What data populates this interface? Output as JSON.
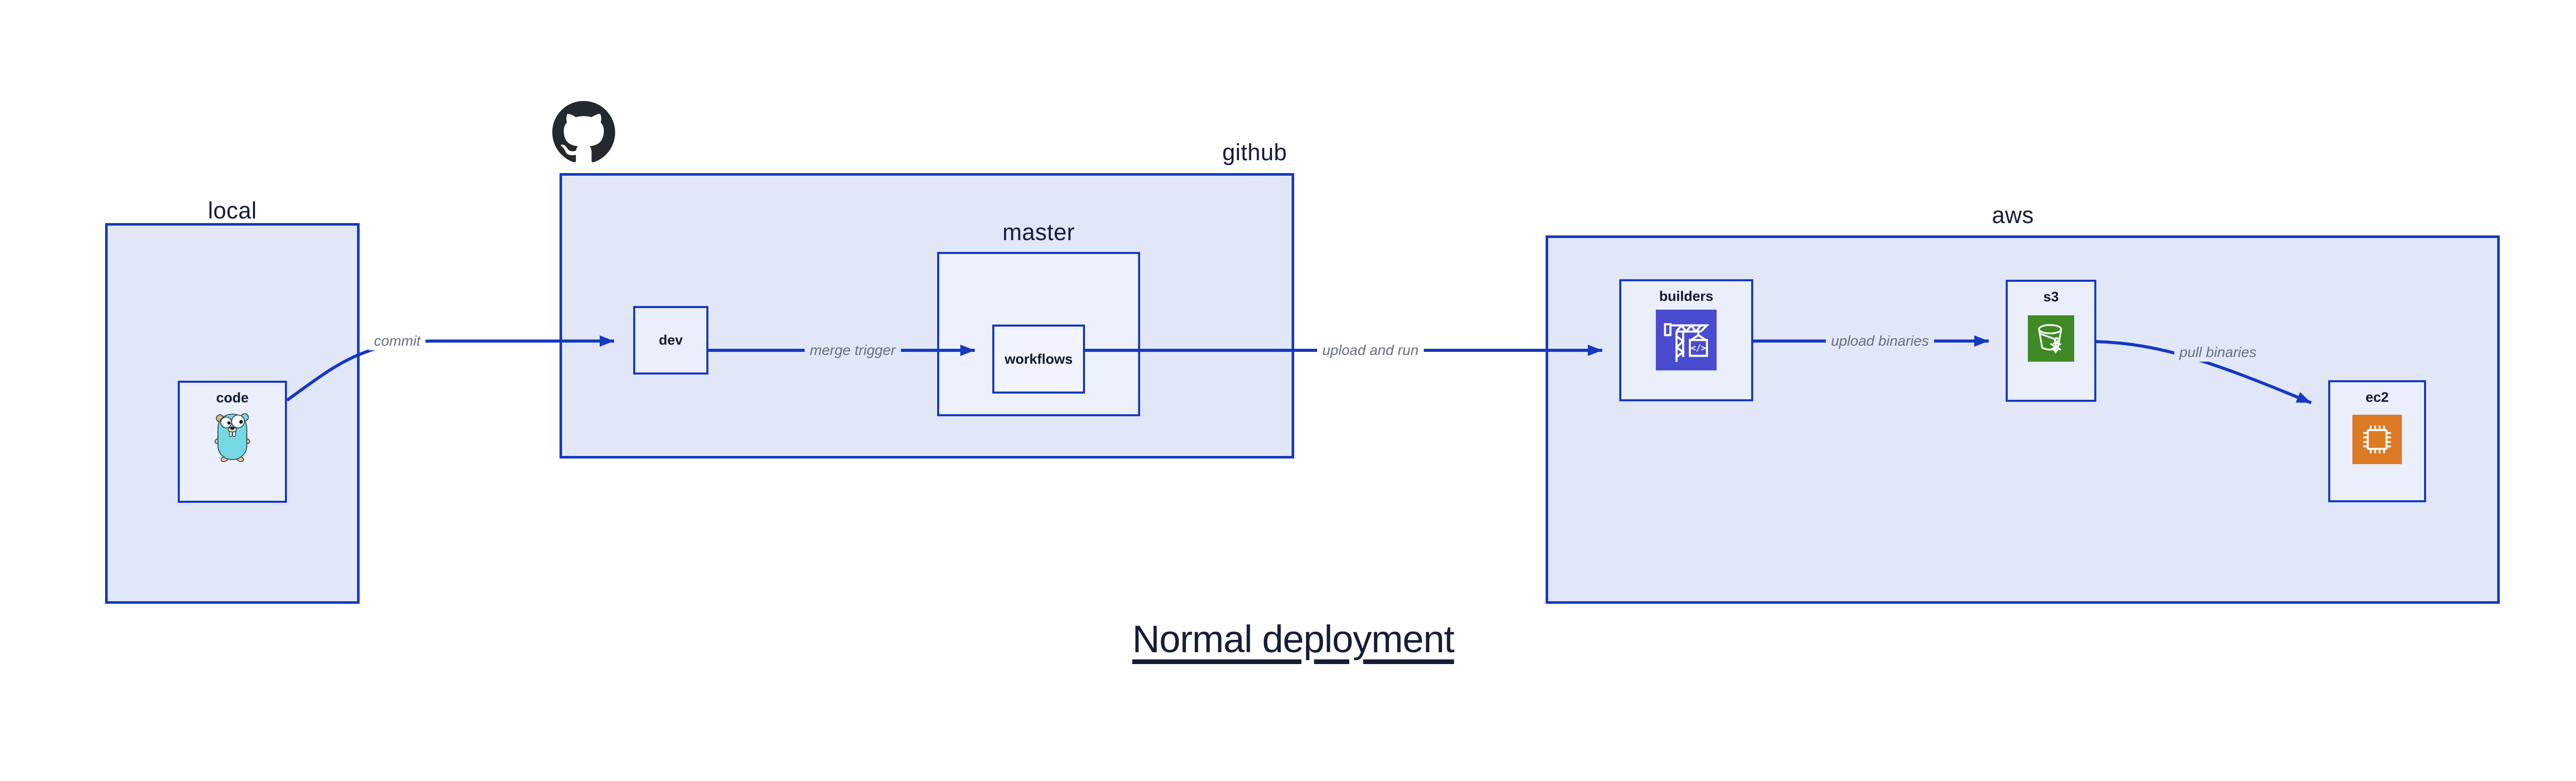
{
  "title": "Normal deployment",
  "groups": {
    "local": {
      "label": "local"
    },
    "github": {
      "label": "github"
    },
    "master": {
      "label": "master"
    },
    "aws": {
      "label": "aws"
    }
  },
  "nodes": {
    "code": {
      "label": "code",
      "icon": "go-gopher-icon"
    },
    "dev": {
      "label": "dev"
    },
    "workflows": {
      "label": "workflows"
    },
    "builders": {
      "label": "builders",
      "icon": "aws-codebuild-icon"
    },
    "s3": {
      "label": "s3",
      "icon": "aws-s3-glacier-bucket-icon"
    },
    "ec2": {
      "label": "ec2",
      "icon": "aws-ec2-chip-icon"
    }
  },
  "edges": [
    {
      "from": "code",
      "to": "dev",
      "label": "commit"
    },
    {
      "from": "dev",
      "to": "workflows",
      "label": "merge trigger"
    },
    {
      "from": "workflows",
      "to": "builders",
      "label": "upload and run"
    },
    {
      "from": "builders",
      "to": "s3",
      "label": "upload binaries"
    },
    {
      "from": "s3",
      "to": "ec2",
      "label": "pull binaries"
    }
  ],
  "colors": {
    "wire_blue": "#1539c0",
    "group_fill": "#e2e7f8",
    "node_fill": "#eaeffb",
    "workflows_fill": "#f1f4fd",
    "label_navy": "#141c38",
    "edge_label_gray": "#676e7e",
    "codebuild_indigo": "#4a4cd0",
    "s3_green": "#3f8a26",
    "ec2_orange": "#dd7a24",
    "github_black": "#24292f",
    "gopher_teal": "#74d9e2"
  }
}
